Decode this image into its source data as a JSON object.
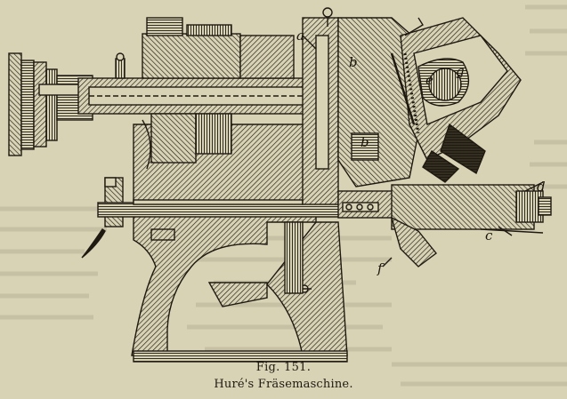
{
  "figure": {
    "number_label": "Fig. 151.",
    "title": "Huré's Fräsemaschine."
  },
  "part_labels": {
    "a": "a",
    "b_upper": "b",
    "b_lower": "b",
    "e": "e",
    "g": "g",
    "d": "d",
    "c": "c",
    "f": "f"
  },
  "colors": {
    "paper": "#d9d3b5",
    "ink": "#1e1a12",
    "bleed_text": "#8a8470"
  }
}
